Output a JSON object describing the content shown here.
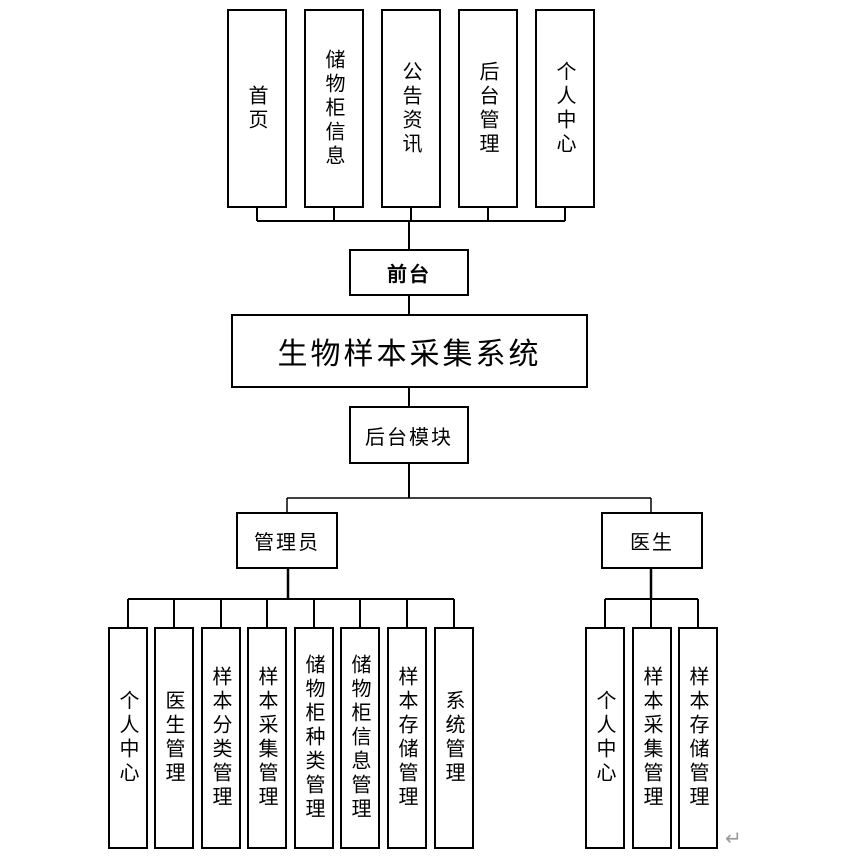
{
  "diagram": {
    "type": "hierarchy",
    "root": {
      "label": "生物样本采集系统"
    },
    "frontend": {
      "label": "前台",
      "children": [
        "首页",
        "储物柜信息",
        "公告资讯",
        "后台管理",
        "个人中心"
      ]
    },
    "backend": {
      "label": "后台模块",
      "roles": [
        {
          "label": "管理员",
          "children": [
            "个人中心",
            "医生管理",
            "样本分类管理",
            "样本采集管理",
            "储物柜种类管理",
            "储物柜信息管理",
            "样本存储管理",
            "系统管理"
          ]
        },
        {
          "label": "医生",
          "children": [
            "个人中心",
            "样本采集管理",
            "样本存储管理"
          ]
        }
      ]
    },
    "paragraph_mark": "↵",
    "colors": {
      "line": "#000000",
      "box_fill": "#ffffff",
      "paragraph_mark": "#9a9a9a"
    }
  }
}
